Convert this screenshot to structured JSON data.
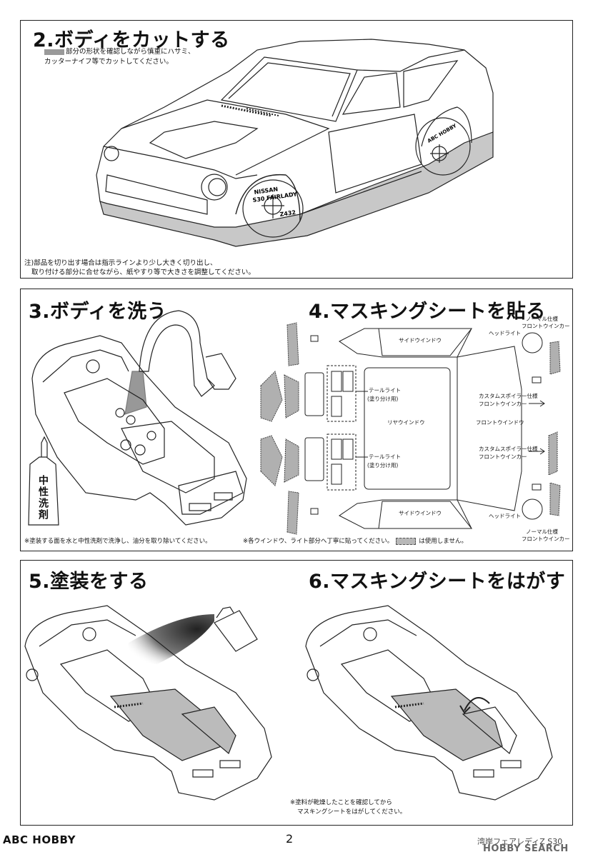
{
  "step2": {
    "title": "2.ボディをカットする",
    "instruction_line1": "部分の形状を確認しながら慎重にハサミ、",
    "instruction_line2": "カッターナイフ等でカットしてください。",
    "note_line1": "注)部品を切り出す場合は指示ラインより少し大きく切り出し、",
    "note_line2": "取り付ける部分に合せながら、紙やすり等で大きさを調整してください。",
    "wheel_front_text1": "NISSAN",
    "wheel_front_text2": "S30 FAIRLADY",
    "wheel_front_text3": "Z432",
    "wheel_rear_text": "ABC HOBBY"
  },
  "step3": {
    "title": "3.ボディを洗う",
    "bottle_label": "中性洗剤",
    "note": "※塗装する面を水と中性洗剤で洗浄し、油分を取り除いてください。"
  },
  "step4": {
    "title": "4.マスキングシートを貼る",
    "labels": {
      "side_window_top": "サイドウインドウ",
      "side_window_bottom": "サイドウインドウ",
      "tail_light_top_1": "テールライト",
      "tail_light_top_2": "(塗り分け用)",
      "tail_light_bottom_1": "テールライト",
      "tail_light_bottom_2": "(塗り分け用)",
      "rear_window": "リヤウインドウ",
      "front_window": "フロントウインドウ",
      "headlight_top": "ヘッドライト",
      "headlight_bottom": "ヘッドライト",
      "custom_spoiler_top_1": "カスタムスポイラー仕様",
      "custom_spoiler_top_2": "フロントウインカー",
      "custom_spoiler_bottom_1": "カスタムスポイラー仕様",
      "custom_spoiler_bottom_2": "フロントウインカー",
      "normal_top_1": "ノーマル仕様",
      "normal_top_2": "フロントウインカー",
      "normal_bottom_1": "ノーマル仕様",
      "normal_bottom_2": "フロントウインカー"
    },
    "note_prefix": "※各ウインドウ、ライト部分へ丁寧に貼ってください。",
    "note_suffix": "は使用しません。"
  },
  "step5": {
    "title": "5.塗装をする"
  },
  "step6": {
    "title": "6.マスキングシートをはがす",
    "note_line1": "※塗料が乾燥したことを確認してから",
    "note_line2": "マスキングシートをはがしてください。"
  },
  "footer": {
    "brand": "ABC HOBBY",
    "page_number": "2",
    "model": "湾岸フェアレディZ S30",
    "watermark": "HOBBY SEARCH"
  }
}
